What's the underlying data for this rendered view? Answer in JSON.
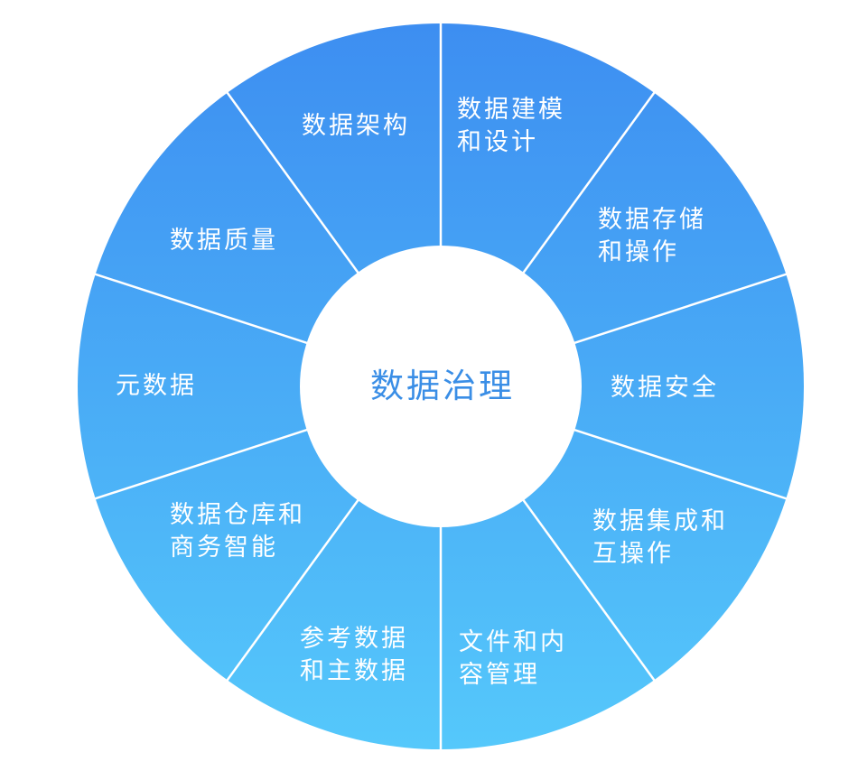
{
  "diagram": {
    "center": "数据治理",
    "segments": [
      {
        "id": "architecture",
        "lines": [
          "数据架构"
        ]
      },
      {
        "id": "modeling",
        "lines": [
          "数据建模",
          "和设计"
        ]
      },
      {
        "id": "storage",
        "lines": [
          "数据存储",
          "和操作"
        ]
      },
      {
        "id": "security",
        "lines": [
          "数据安全"
        ]
      },
      {
        "id": "integration",
        "lines": [
          "数据集成和",
          "互操作"
        ]
      },
      {
        "id": "documents",
        "lines": [
          "文件和内",
          "容管理"
        ]
      },
      {
        "id": "reference",
        "lines": [
          "参考数据",
          "和主数据"
        ]
      },
      {
        "id": "warehouse",
        "lines": [
          "数据仓库和",
          "商务智能"
        ]
      },
      {
        "id": "metadata",
        "lines": [
          "元数据"
        ]
      },
      {
        "id": "quality",
        "lines": [
          "数据质量"
        ]
      }
    ]
  },
  "colors": {
    "gradient_top": "#3d8ef1",
    "gradient_bottom": "#55c8fb",
    "divider": "#ffffff",
    "center_fill": "#ffffff",
    "center_text": "#3a8ee6"
  }
}
